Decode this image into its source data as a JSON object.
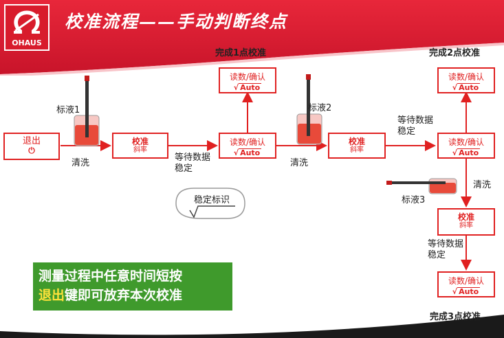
{
  "header": {
    "title": "校准流程——手动判断终点",
    "logo_text": "OHAUS"
  },
  "boxes": {
    "exit": {
      "line1": "退出",
      "line2": "⏻"
    },
    "cal1": {
      "line1": "校准",
      "line2": "斜率"
    },
    "read1": {
      "line1": "读数/确认",
      "line2": "√Auto"
    },
    "done1": {
      "line1": "读数/确认",
      "line2": "√Auto"
    },
    "cal2": {
      "line1": "校准",
      "line2": "斜率"
    },
    "read2": {
      "line1": "读数/确认",
      "line2": "√Auto"
    },
    "done2": {
      "line1": "读数/确认",
      "line2": "√Auto"
    },
    "cal3": {
      "line1": "校准",
      "line2": "斜率"
    },
    "done3": {
      "line1": "读数/确认",
      "line2": "√Auto"
    }
  },
  "labels": {
    "complete1": "完成1点校准",
    "complete2": "完成2点校准",
    "complete3": "完成3点校准",
    "buffer1": "标液1",
    "buffer2": "标液2",
    "buffer3": "标液3",
    "rinse1": "清洗",
    "rinse2": "清洗",
    "rinse3": "清洗",
    "wait1": "等待数据稳定",
    "wait2": "等待数据稳定",
    "wait3": "等待数据稳定",
    "stable_mark": "稳定标识"
  },
  "notice": {
    "line1": "测量过程中任意时间短按",
    "line2_highlight": "退出",
    "line2_rest": "键即可放弃本次校准"
  },
  "colors": {
    "accent": "#e02020",
    "header_red": "#d81c2c",
    "notice_green": "#3f9a2c",
    "highlight_yellow": "#ffe23a"
  }
}
